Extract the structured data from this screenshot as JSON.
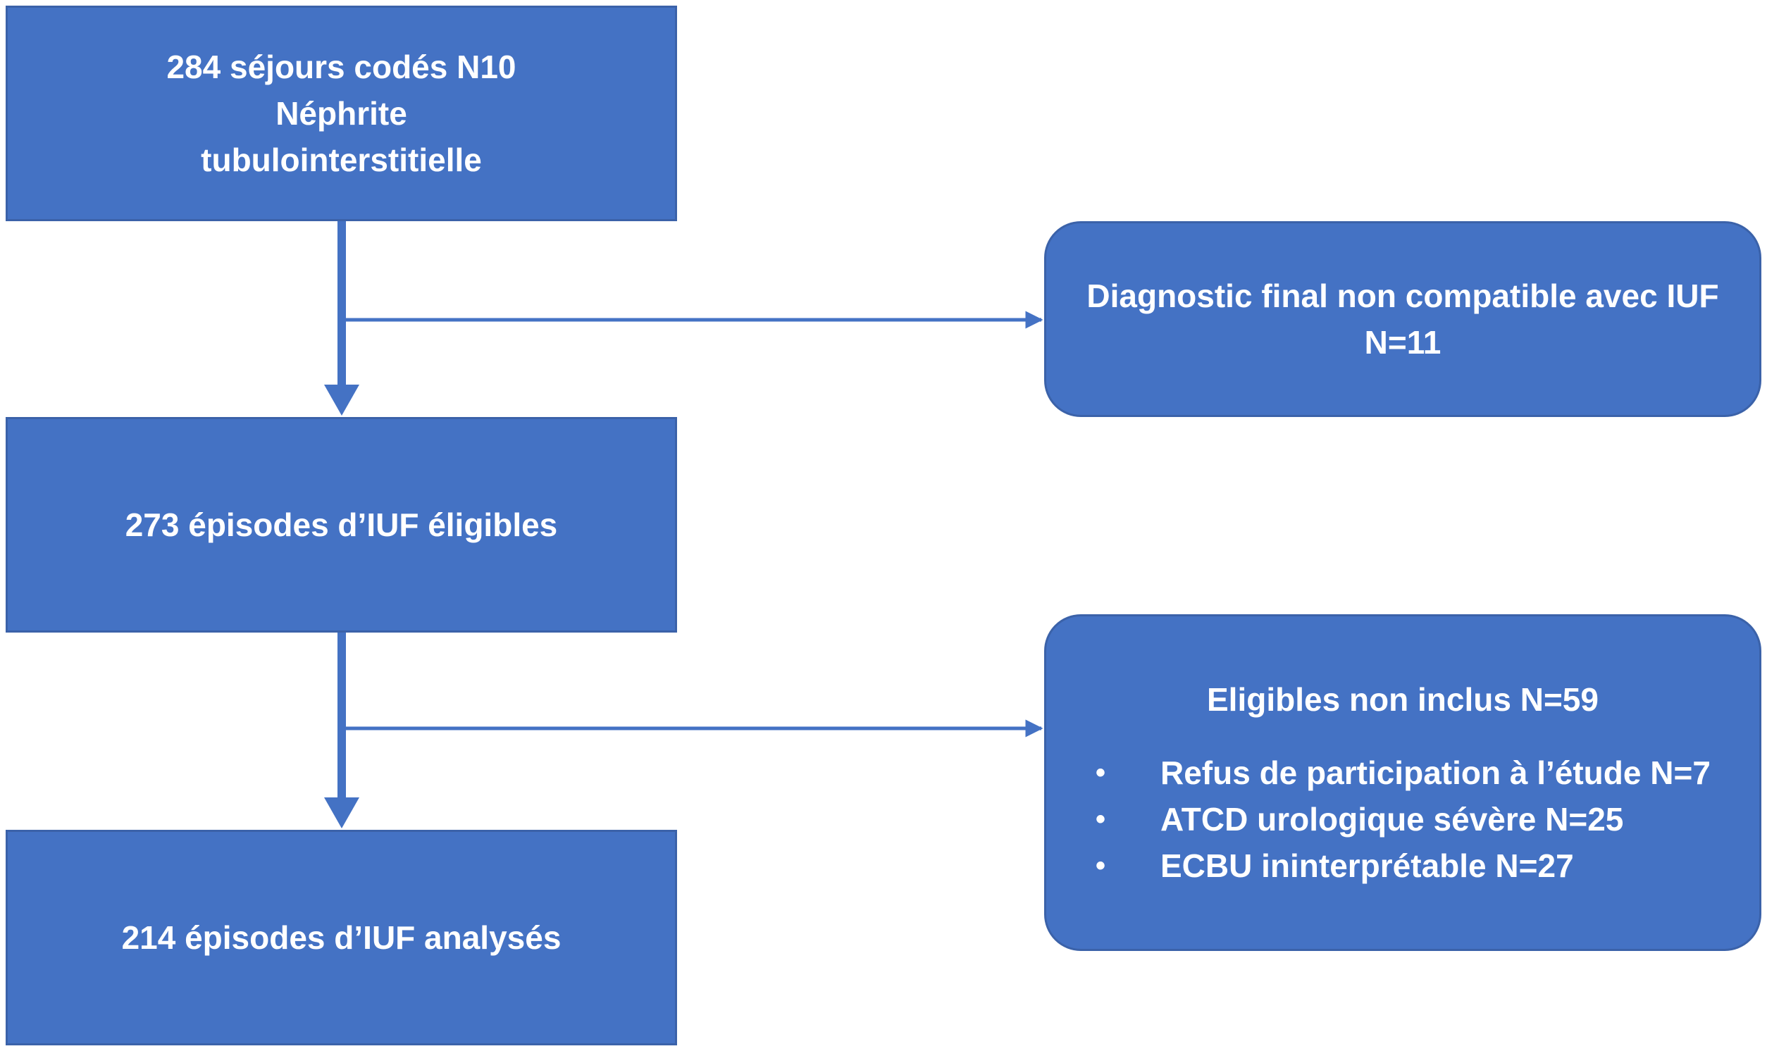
{
  "boxes": {
    "initial": {
      "lines": [
        "284 séjours codés N10",
        "Néphrite",
        "tubulointerstitielle"
      ]
    },
    "eligible": {
      "text": "273 épisodes d’IUF éligibles"
    },
    "analysed": {
      "text": "214 épisodes d’IUF analysés"
    },
    "exclusion_1": {
      "lines": [
        "Diagnostic final non compatible avec IUF",
        "N=11"
      ]
    },
    "exclusion_2": {
      "title": "Eligibles non inclus N=59",
      "items": [
        "Refus de participation à l’étude N=7",
        "ATCD urologique sévère N=25",
        "ECBU ininterprétable N=27"
      ]
    }
  },
  "colors": {
    "box_fill": "#4472c4",
    "arrow": "#4472c4",
    "text": "#ffffff"
  }
}
